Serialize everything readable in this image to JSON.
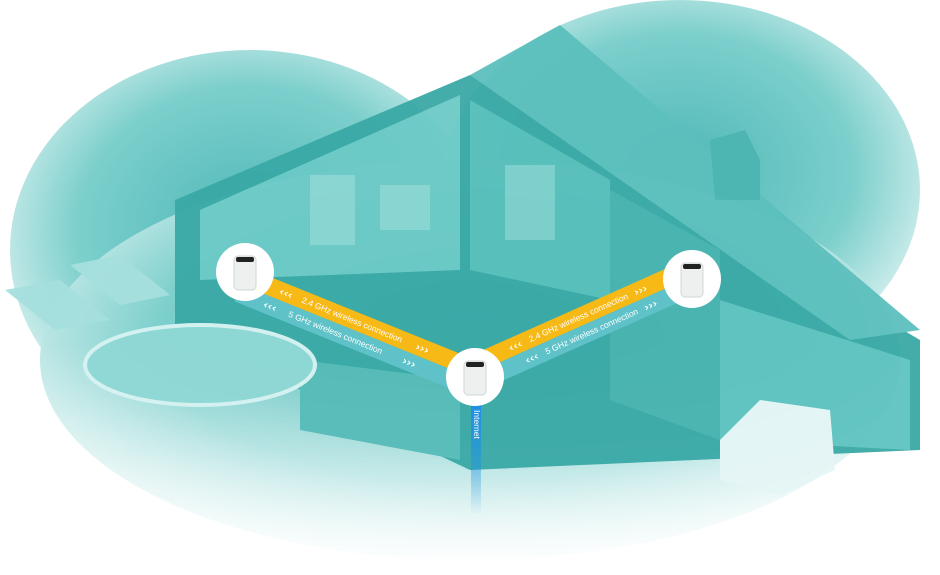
{
  "diagram": {
    "links": [
      {
        "band": "2.4 GHz",
        "label": "2.4 GHz wireless connection",
        "side": "left"
      },
      {
        "band": "5 GHz",
        "label": "5 GHz wireless connection",
        "side": "left"
      },
      {
        "band": "2.4 GHz",
        "label": "2.4 GHz wireless connection",
        "side": "right"
      },
      {
        "band": "5 GHz",
        "label": "5 GHz wireless connection",
        "side": "right"
      }
    ],
    "uplink_label": "Internet",
    "nodes": [
      "left-satellite",
      "main-router",
      "right-satellite"
    ],
    "colors": {
      "band_24": "#f7b916",
      "band_5": "#5fc2c8",
      "uplink": "#1e90e6",
      "background": "#7ccfcc"
    }
  }
}
